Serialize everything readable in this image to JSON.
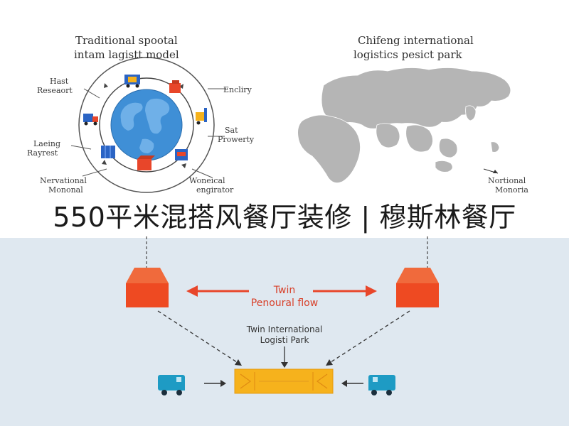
{
  "left_panel": {
    "title_line1": "Traditional spootal",
    "title_line2": "intam lagistt model",
    "labels": {
      "top_left_1": "Hast",
      "top_left_2": "Reseaort",
      "mid_left_1": "Laeing",
      "mid_left_2": "Rayrest",
      "bottom_left_1": "Nervational",
      "bottom_left_2": "Mononal",
      "top_right": "Encliry",
      "mid_right_1": "Sat",
      "mid_right_2": "Prowerty",
      "bottom_right_1": "Woneical",
      "bottom_right_2": "engirator"
    },
    "colors": {
      "globe": "#3f8fd6",
      "ring": "#555555"
    }
  },
  "right_panel": {
    "title_line1": "Chifeng international",
    "title_line2": "logistics pesict park",
    "label_1": "Nortional",
    "label_2": "Monoria",
    "colors": {
      "map": "#b5b5b5"
    }
  },
  "banner": {
    "text": "550平米混搭风餐厅装修 | 穆斯林餐厅"
  },
  "bottom_panel": {
    "flow_line1": "Twin",
    "flow_line2": "Penoural flow",
    "park_line1": "Twin International",
    "park_line2": "Logisti Park",
    "colors": {
      "box": "#ee4a22",
      "arrow": "#e8462a",
      "hub": "#f6b21c",
      "truck": "#1e9bc4",
      "background": "#dfe8f0"
    }
  }
}
